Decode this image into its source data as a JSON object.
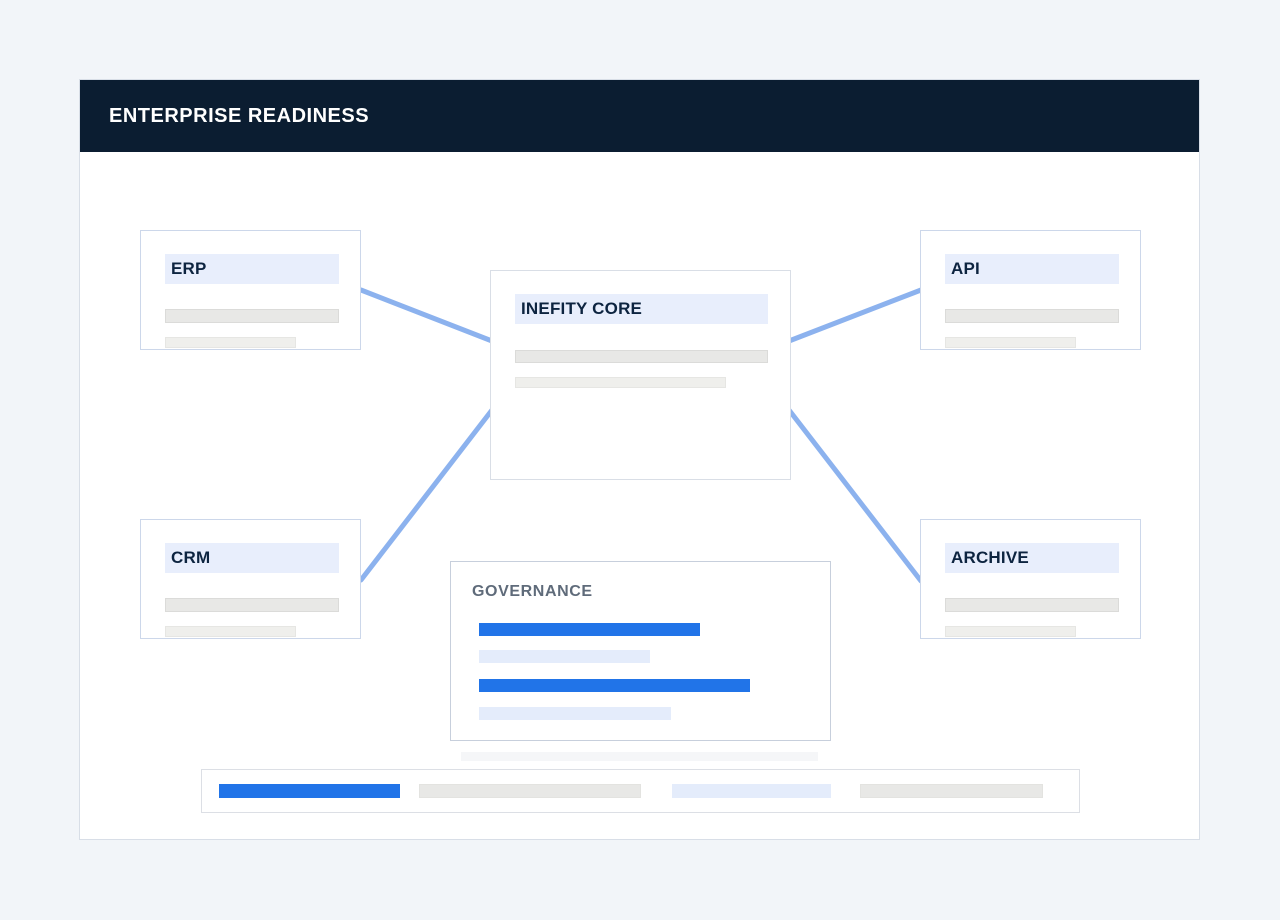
{
  "header": {
    "title": "ENTERPRISE READINESS"
  },
  "nodes": {
    "erp": {
      "label": "ERP"
    },
    "api": {
      "label": "API"
    },
    "crm": {
      "label": "CRM"
    },
    "archive": {
      "label": "ARCHIVE"
    },
    "core": {
      "label": "INEFITY CORE"
    }
  },
  "governance": {
    "title": "GOVERNANCE"
  },
  "connections": [
    {
      "from": "erp",
      "to": "core"
    },
    {
      "from": "api",
      "to": "core"
    },
    {
      "from": "crm",
      "to": "core"
    },
    {
      "from": "archive",
      "to": "core"
    }
  ],
  "colors": {
    "page_bg": "#f2f5f9",
    "header_bg": "#0b1d31",
    "header_text": "#ffffff",
    "accent_blue": "#2174e8",
    "light_blue_bar": "#e4ecfb",
    "connector": "#8cb2ee",
    "title_bg": "#e8eefc",
    "title_text": "#0d2440",
    "gov_title_text": "#5f6b7a",
    "node_border": "#ccd7ea",
    "gray_bar": "#e8e8e6"
  }
}
